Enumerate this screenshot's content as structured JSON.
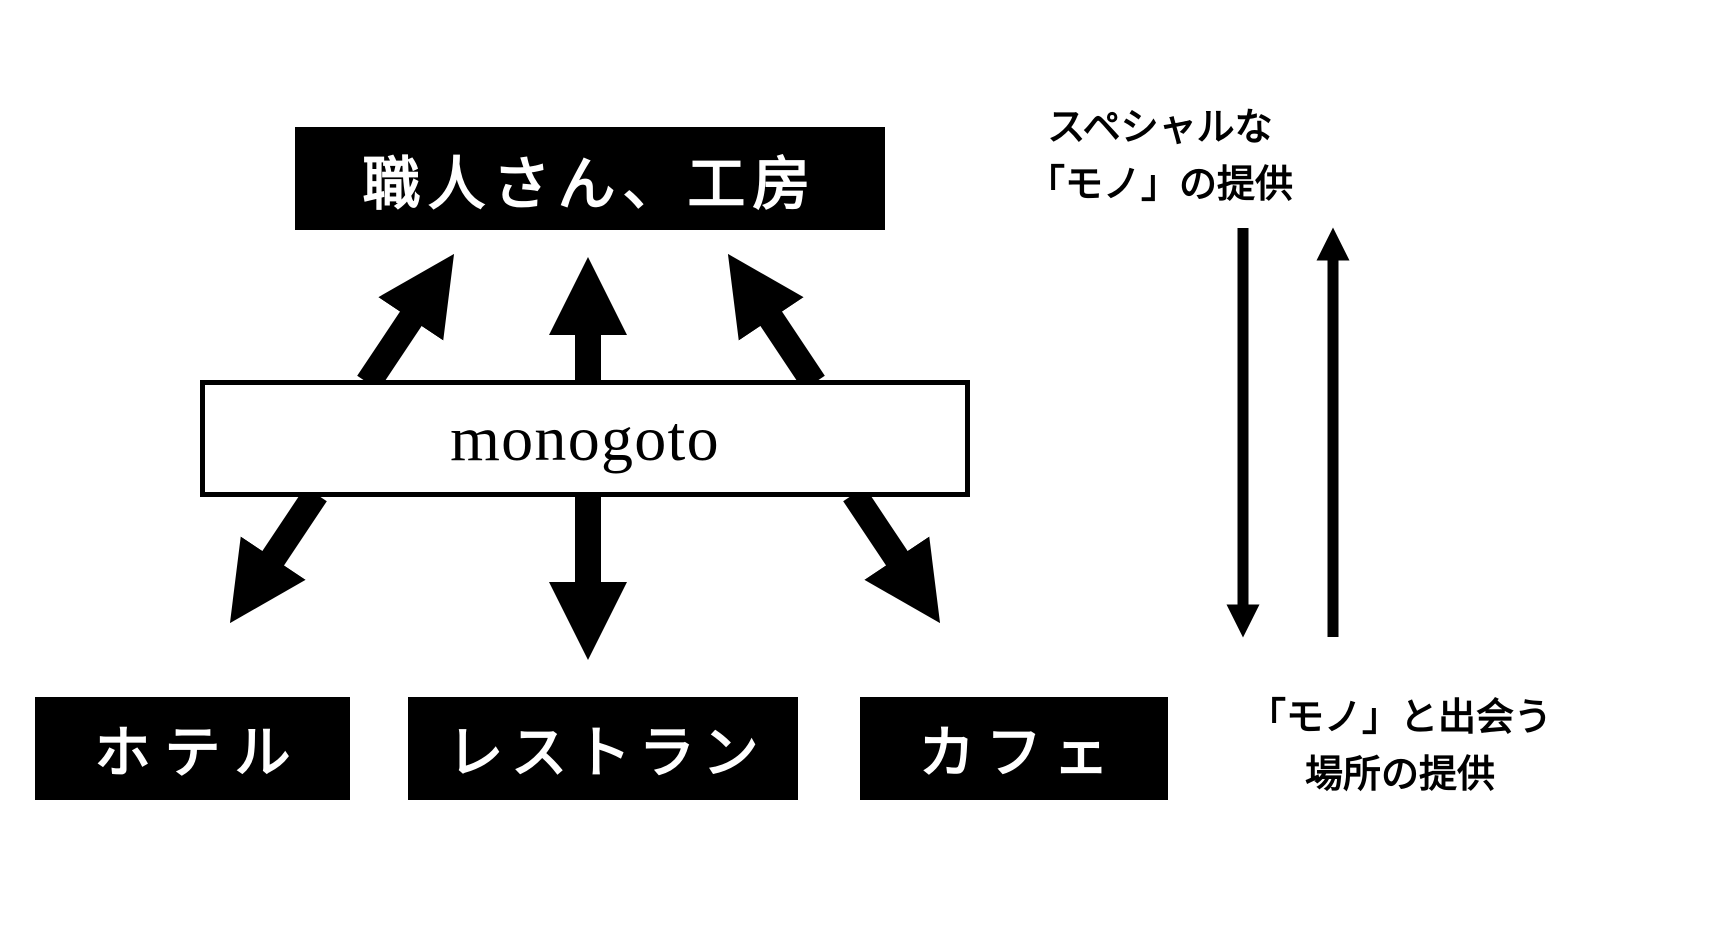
{
  "diagram": {
    "supplier_box": {
      "label": "職人さん、工房"
    },
    "hub_box": {
      "label": "monogoto"
    },
    "venue_boxes": [
      {
        "id": "hotel",
        "label": "ホテル"
      },
      {
        "id": "restaurant",
        "label": "レストラン"
      },
      {
        "id": "cafe",
        "label": "カフェ"
      }
    ],
    "annotations": {
      "top_right_line1": "スペシャルな",
      "top_right_line2": "「モノ」の提供",
      "bottom_right_line1": "「モノ」と出会う",
      "bottom_right_line2": "場所の提供"
    },
    "colors": {
      "box_fill": "#000000",
      "box_text": "#ffffff",
      "hub_fill": "#ffffff",
      "hub_border": "#000000",
      "arrow": "#000000",
      "background": "#ffffff"
    }
  }
}
